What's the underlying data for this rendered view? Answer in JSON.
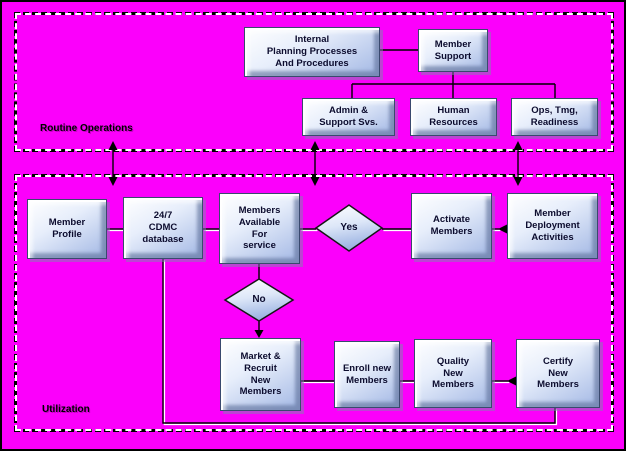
{
  "regions": {
    "routine": "Routine Operations",
    "utilization": "Utilization"
  },
  "boxes": {
    "internal_planning": "Internal\nPlanning Processes\nAnd Procedures",
    "member_support": "Member\nSupport",
    "admin_support": "Admin &\nSupport Svs.",
    "human_resources": "Human\nResources",
    "ops_tmg_readiness": "Ops, Tmg,\nReadiness",
    "member_profile": "Member\nProfile",
    "cdmc_database": "24/7\nCDMC\ndatabase",
    "members_available": "Members\nAvailable\nFor\nservice",
    "activate_members": "Activate\nMembers",
    "member_deployment": "Member\nDeployment\nActivities",
    "market_recruit": "Market &\nRecruit\nNew\nMembers",
    "enroll_members": "Enroll new\nMembers",
    "quality_members": "Quality\nNew\nMembers",
    "certify_members": "Certify\nNew\nMembers"
  },
  "decisions": {
    "yes": "Yes",
    "no": "No"
  },
  "colors": {
    "background": "#ff00ff",
    "box_gradient_top": "#ffffff",
    "box_gradient_bottom": "#a2b7e4",
    "box_border": "#39496e",
    "text": "#0c0c2e",
    "connector": "#000000",
    "connector_highlight": "#ffffff"
  }
}
